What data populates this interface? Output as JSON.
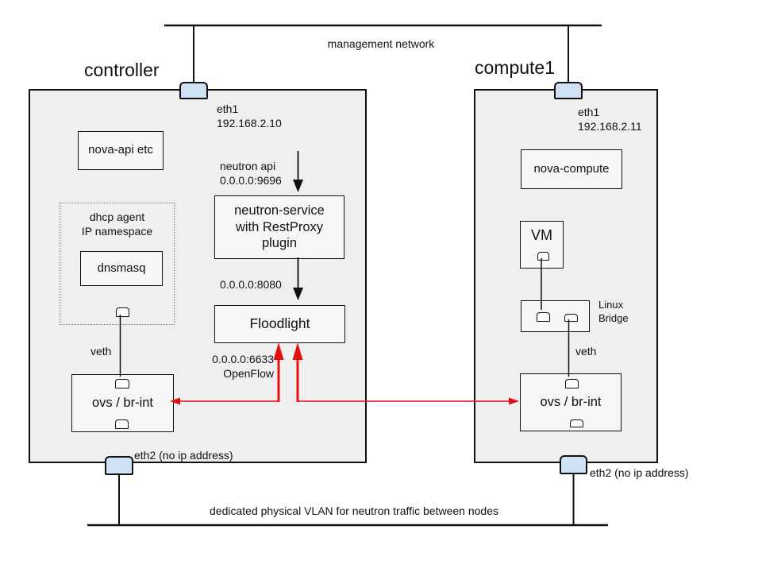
{
  "networks": {
    "management": "management network",
    "vlan": "dedicated physical VLAN for neutron traffic between nodes"
  },
  "controller": {
    "title": "controller",
    "eth1": {
      "name": "eth1",
      "ip": "192.168.2.10"
    },
    "nova_api": "nova-api etc",
    "dhcp_ns": {
      "line1": "dhcp agent",
      "line2": "IP namespace",
      "dnsmasq": "dnsmasq"
    },
    "neutron_api": {
      "line1": "neutron api",
      "line2": "0.0.0.0:9696"
    },
    "neutron_service": {
      "line1": "neutron-service",
      "line2": "with RestProxy",
      "line3": "plugin"
    },
    "rest_port": "0.0.0.0:8080",
    "floodlight": "Floodlight",
    "openflow": {
      "line1": "0.0.0.0:6633",
      "line2": "OpenFlow"
    },
    "veth": "veth",
    "ovs": "ovs / br-int",
    "eth2": "eth2 (no ip address)"
  },
  "compute": {
    "title": "compute1",
    "eth1": {
      "name": "eth1",
      "ip": "192.168.2.11"
    },
    "nova_compute": "nova-compute",
    "vm": "VM",
    "linux_bridge": {
      "line1": "Linux",
      "line2": "Bridge"
    },
    "veth": "veth",
    "ovs": "ovs / br-int",
    "eth2": "eth2 (no ip address)"
  },
  "colors": {
    "node_fill": "#efefef",
    "inner_box_fill": "#f6f6f6",
    "eth_port_fill": "#cfe2f3",
    "line_black": "#111111",
    "arrow_red": "#e61010"
  }
}
